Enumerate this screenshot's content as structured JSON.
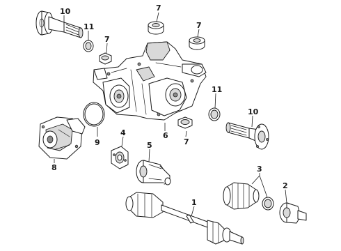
{
  "diagram": {
    "callouts": [
      {
        "id": "c10a",
        "text": "10"
      },
      {
        "id": "c11a",
        "text": "11"
      },
      {
        "id": "c7a",
        "text": "7"
      },
      {
        "id": "c7b",
        "text": "7"
      },
      {
        "id": "c7c",
        "text": "7"
      },
      {
        "id": "c7d",
        "text": "7"
      },
      {
        "id": "c11b",
        "text": "11"
      },
      {
        "id": "c10b",
        "text": "10"
      },
      {
        "id": "c6",
        "text": "6"
      },
      {
        "id": "c9",
        "text": "9"
      },
      {
        "id": "c8",
        "text": "8"
      },
      {
        "id": "c4",
        "text": "4"
      },
      {
        "id": "c5",
        "text": "5"
      },
      {
        "id": "c3",
        "text": "3"
      },
      {
        "id": "c2",
        "text": "2"
      },
      {
        "id": "c1",
        "text": "1"
      }
    ]
  }
}
